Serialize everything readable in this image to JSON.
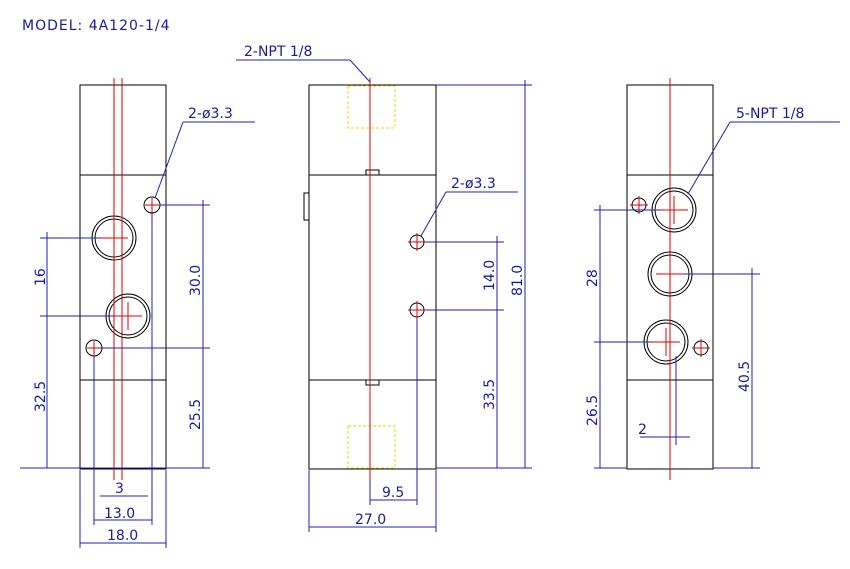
{
  "model": "MODEL: 4A120-1/4",
  "left": {
    "callout_hole": "2-ø3.3",
    "dim_16": "16",
    "dim_30": "30.0",
    "dim_32_5": "32.5",
    "dim_25_5": "25.5",
    "dim_3": "3",
    "dim_13": "13.0",
    "dim_18": "18.0"
  },
  "middle": {
    "callout_npt": "2-NPT 1/8",
    "callout_hole": "2-ø3.3",
    "dim_14": "14.0",
    "dim_81": "81.0",
    "dim_33_5": "33.5",
    "dim_9_5": "9.5",
    "dim_27": "27.0"
  },
  "right": {
    "callout_npt": "5-NPT 1/8",
    "dim_28": "28",
    "dim_26_5": "26.5",
    "dim_40_5": "40.5",
    "dim_2": "2"
  },
  "colors": {
    "outline": "#000000",
    "centerline": "#e00000",
    "dimension": "#2020b0",
    "port_hidden": "#e8d800"
  }
}
